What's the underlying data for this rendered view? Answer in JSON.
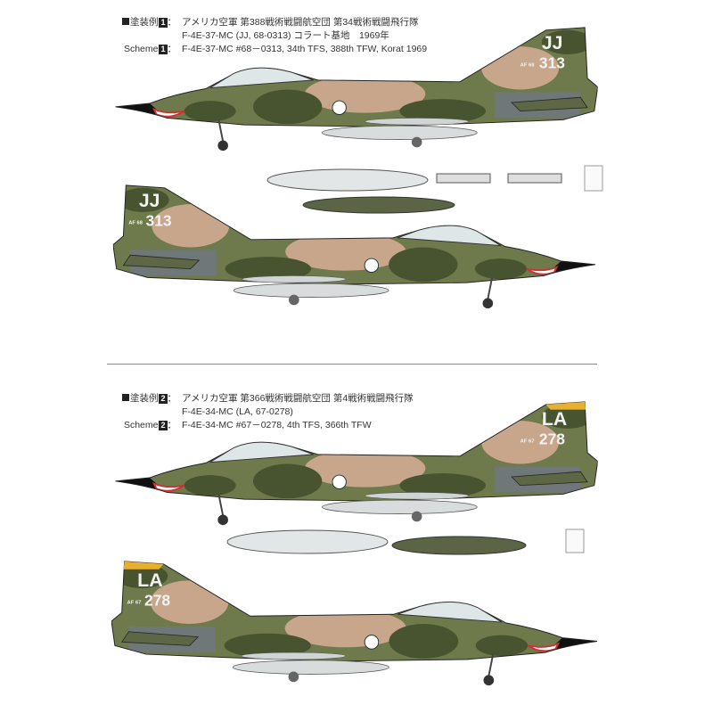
{
  "schemes": [
    {
      "label_jp": "塗装例",
      "label_en": "Scheme",
      "number": "1",
      "line1": "アメリカ空軍 第388戦術戦闘航空団 第34戦術戦闘飛行隊",
      "line2": "F-4E-37-MC (JJ, 68-0313)  コラート基地　1969年",
      "line_en": "F-4E-37-MC  #68－0313, 34th TFS, 388th TFW, Korat 1969",
      "tail_code": "JJ",
      "tail_number": "313",
      "tail_prefix": "AF 68",
      "tail_color": "#f2f2f2"
    },
    {
      "label_jp": "塗装例",
      "label_en": "Scheme",
      "number": "2",
      "line1": "アメリカ空軍 第366戦術戦闘航空団 第4戦術戦闘飛行隊",
      "line2": "F-4E-34-MC (LA, 67-0278)",
      "line_en": "F-4E-34-MC  #67－0278, 4th TFS, 366th TFW",
      "tail_code": "LA",
      "tail_number": "278",
      "tail_prefix": "AF 67",
      "tail_color": "#f2f2f2"
    }
  ],
  "colors": {
    "base_green": "#6e7a4c",
    "dark_green": "#48532f",
    "tan": "#c7a68c",
    "underside": "#d8dcdc",
    "radome": "#111111",
    "fin_tip_2": "#e8b030"
  }
}
